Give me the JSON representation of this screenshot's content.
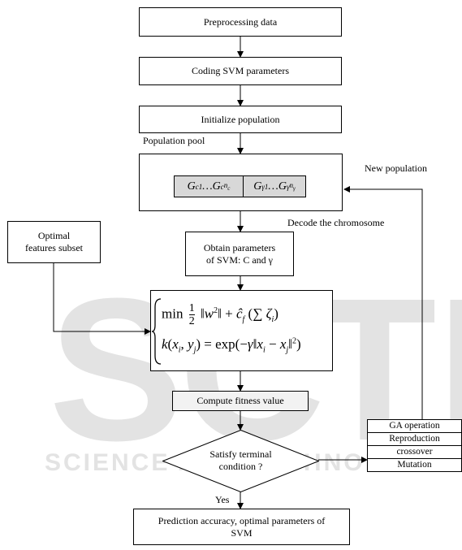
{
  "watermark": {
    "left": "S",
    "mid": "C",
    "right": "TE",
    "bottom": "SCIENCE AND TECHNOLOGY"
  },
  "steps": {
    "preprocess": "Preprocessing data",
    "coding": "Coding SVM parameters",
    "init": "Initialize population",
    "obtain_line1": "Obtain parameters",
    "obtain_line2": "of SVM: C and γ",
    "fitness": "Compute fitness value",
    "result_line1": "Prediction accuracy, optimal parameters of",
    "result_line2": "SVM"
  },
  "labels": {
    "population_pool": "Population pool",
    "new_population": "New population",
    "decode": "Decode the chromosome",
    "yes": "Yes"
  },
  "side_input": {
    "line1": "Optimal",
    "line2": "features subset"
  },
  "decision": {
    "line1": "Satisfy terminal",
    "line2": "condition ?"
  },
  "ga_ops": [
    "GA operation",
    "Reproduction",
    "crossover",
    "Mutation"
  ],
  "chromosome": {
    "c_genes": "G_c^1…G_c^{n_c}",
    "g_genes": "G_γ^1…G_γ^{n_γ}"
  },
  "equations": {
    "eq1": "min ½‖w²‖ + ĉ_f (Σ ζ_i)",
    "eq2": "k(x_i, y_j) = exp(−γ‖x_i − x_j‖²)"
  }
}
